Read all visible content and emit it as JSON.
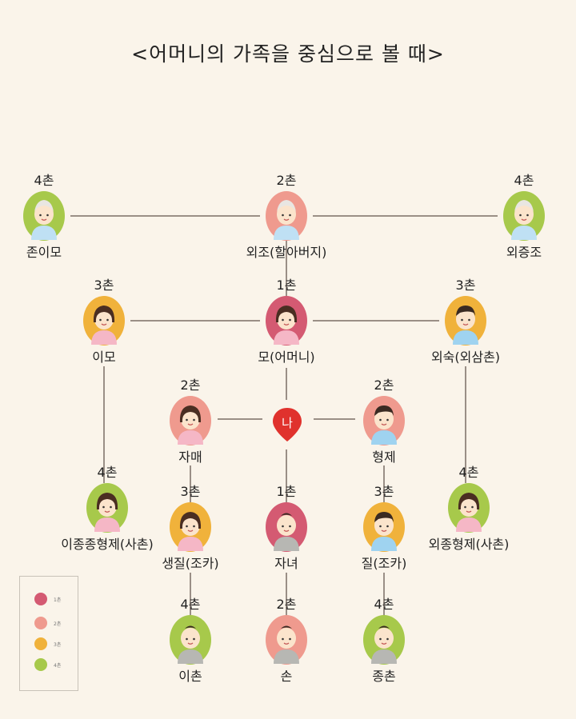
{
  "title": "<어머니의 가족을 중심으로 볼 때>",
  "colors": {
    "background": "#faf4ea",
    "line": "#9a8f86",
    "deg1": "#d45a72",
    "deg2": "#ef9a8e",
    "deg3": "#f0b23b",
    "deg4": "#a7c94b",
    "me": "#e0322d"
  },
  "me": {
    "label": "나"
  },
  "nodes": [
    {
      "id": "jon-imo",
      "degree": "4촌",
      "label": "존이모",
      "color": "deg4",
      "icon": "grandmother-avatar-icon"
    },
    {
      "id": "maternal-grandfather",
      "degree": "2촌",
      "label": "외조(할아버지)",
      "color": "deg2",
      "icon": "grandfather-avatar-icon"
    },
    {
      "id": "maternal-great-grandfather",
      "degree": "4촌",
      "label": "외증조",
      "color": "deg4",
      "icon": "great-grandfather-avatar-icon"
    },
    {
      "id": "imo",
      "degree": "3촌",
      "label": "이모",
      "color": "deg3",
      "icon": "woman-avatar-icon"
    },
    {
      "id": "mother",
      "degree": "1촌",
      "label": "모(어머니)",
      "color": "deg1",
      "icon": "mother-avatar-icon"
    },
    {
      "id": "maternal-uncle",
      "degree": "3촌",
      "label": "외숙(외삼촌)",
      "color": "deg3",
      "icon": "man-avatar-icon"
    },
    {
      "id": "sister",
      "degree": "2촌",
      "label": "자매",
      "color": "deg2",
      "icon": "girl-avatar-icon"
    },
    {
      "id": "brother",
      "degree": "2촌",
      "label": "형제",
      "color": "deg2",
      "icon": "boy-avatar-icon"
    },
    {
      "id": "maternal-cousin-imo",
      "degree": "4촌",
      "label": "이종종형제(사촌)",
      "color": "deg4",
      "icon": "cousin-avatar-icon"
    },
    {
      "id": "sister-child",
      "degree": "3촌",
      "label": "생질(조카)",
      "color": "deg3",
      "icon": "niece-avatar-icon"
    },
    {
      "id": "child",
      "degree": "1촌",
      "label": "자녀",
      "color": "deg1",
      "icon": "child-avatar-icon"
    },
    {
      "id": "brother-child",
      "degree": "3촌",
      "label": "질(조카)",
      "color": "deg3",
      "icon": "nephew-avatar-icon"
    },
    {
      "id": "maternal-cousin-uncle",
      "degree": "4촌",
      "label": "외종형제(사촌)",
      "color": "deg4",
      "icon": "cousin-avatar-icon"
    },
    {
      "id": "sister-grandchild",
      "degree": "4촌",
      "label": "이촌",
      "color": "deg4",
      "icon": "grandchild-avatar-icon"
    },
    {
      "id": "grandchild",
      "degree": "2촌",
      "label": "손",
      "color": "deg2",
      "icon": "grandchild-avatar-icon"
    },
    {
      "id": "brother-grandchild",
      "degree": "4촌",
      "label": "종촌",
      "color": "deg4",
      "icon": "grandchild-avatar-icon"
    }
  ],
  "legend": [
    {
      "color": "deg1",
      "label": "1촌"
    },
    {
      "color": "deg2",
      "label": "2촌"
    },
    {
      "color": "deg3",
      "label": "3촌"
    },
    {
      "color": "deg4",
      "label": "4촌"
    }
  ]
}
